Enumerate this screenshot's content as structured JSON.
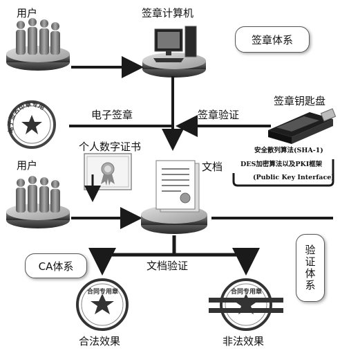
{
  "labels": {
    "user_top": "用户",
    "sign_computer": "签章计算机",
    "sign_system": "签章体系",
    "electronic_signature": "电子签章",
    "signature_verify": "签章验证",
    "sign_key_disk": "签章钥匙盘",
    "personal_cert": "个人数字证书",
    "user_mid": "用户",
    "document": "文档",
    "doc_verify": "文档验证",
    "ca_system": "CA体系",
    "verify_system": "验证体系",
    "legal_effect": "合法效果",
    "illegal_effect": "非法效果"
  },
  "key_text": {
    "line1": "安全散列算法(SHA-1)",
    "line2": "DES加密算法以及PKI框架",
    "line3": "(Public Key Interface)"
  },
  "seal_text": {
    "big_seal": "电子签名印章专用",
    "contract_seal": "合同专用章"
  },
  "colors": {
    "arrow": "#1a1a1a",
    "pedestal": "#3a3a3a",
    "figure": "#7a7a7a"
  }
}
